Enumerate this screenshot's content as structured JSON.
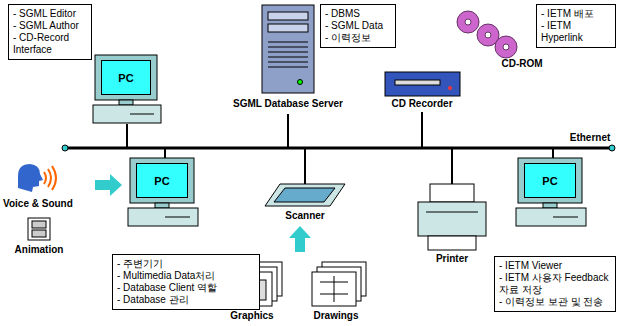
{
  "diagram": {
    "nodes": [
      {
        "text": [
          "- SGML Editor",
          "- SGML Author",
          "- CD-Record Interface"
        ]
      },
      {
        "text": [
          "PC"
        ]
      },
      {
        "text": [
          "- DBMS",
          "- SGML Data",
          "- 이력정보"
        ]
      },
      {
        "text": [
          "- IETM 배포",
          "- IETM Hyperlink"
        ]
      },
      {
        "text": [
          "PC"
        ]
      },
      {
        "text": [
          "PC"
        ]
      },
      {
        "text": [
          "- 주변기기",
          "- Multimedia Data처리",
          "- Database Client 역할",
          "- Database 관리"
        ]
      },
      {
        "text": [
          "- IETM Viewer",
          "- IETM 사용자 Feedback 자료 저장",
          "- 이력정보 보관 및 전송"
        ]
      }
    ],
    "labels": [
      "SGML Database Server",
      "CD Recorder",
      "CD-ROM",
      "Ethernet",
      "Voice & Sound",
      "Animation",
      "Scanner",
      "Graphics",
      "Drawings",
      "Printer"
    ]
  }
}
